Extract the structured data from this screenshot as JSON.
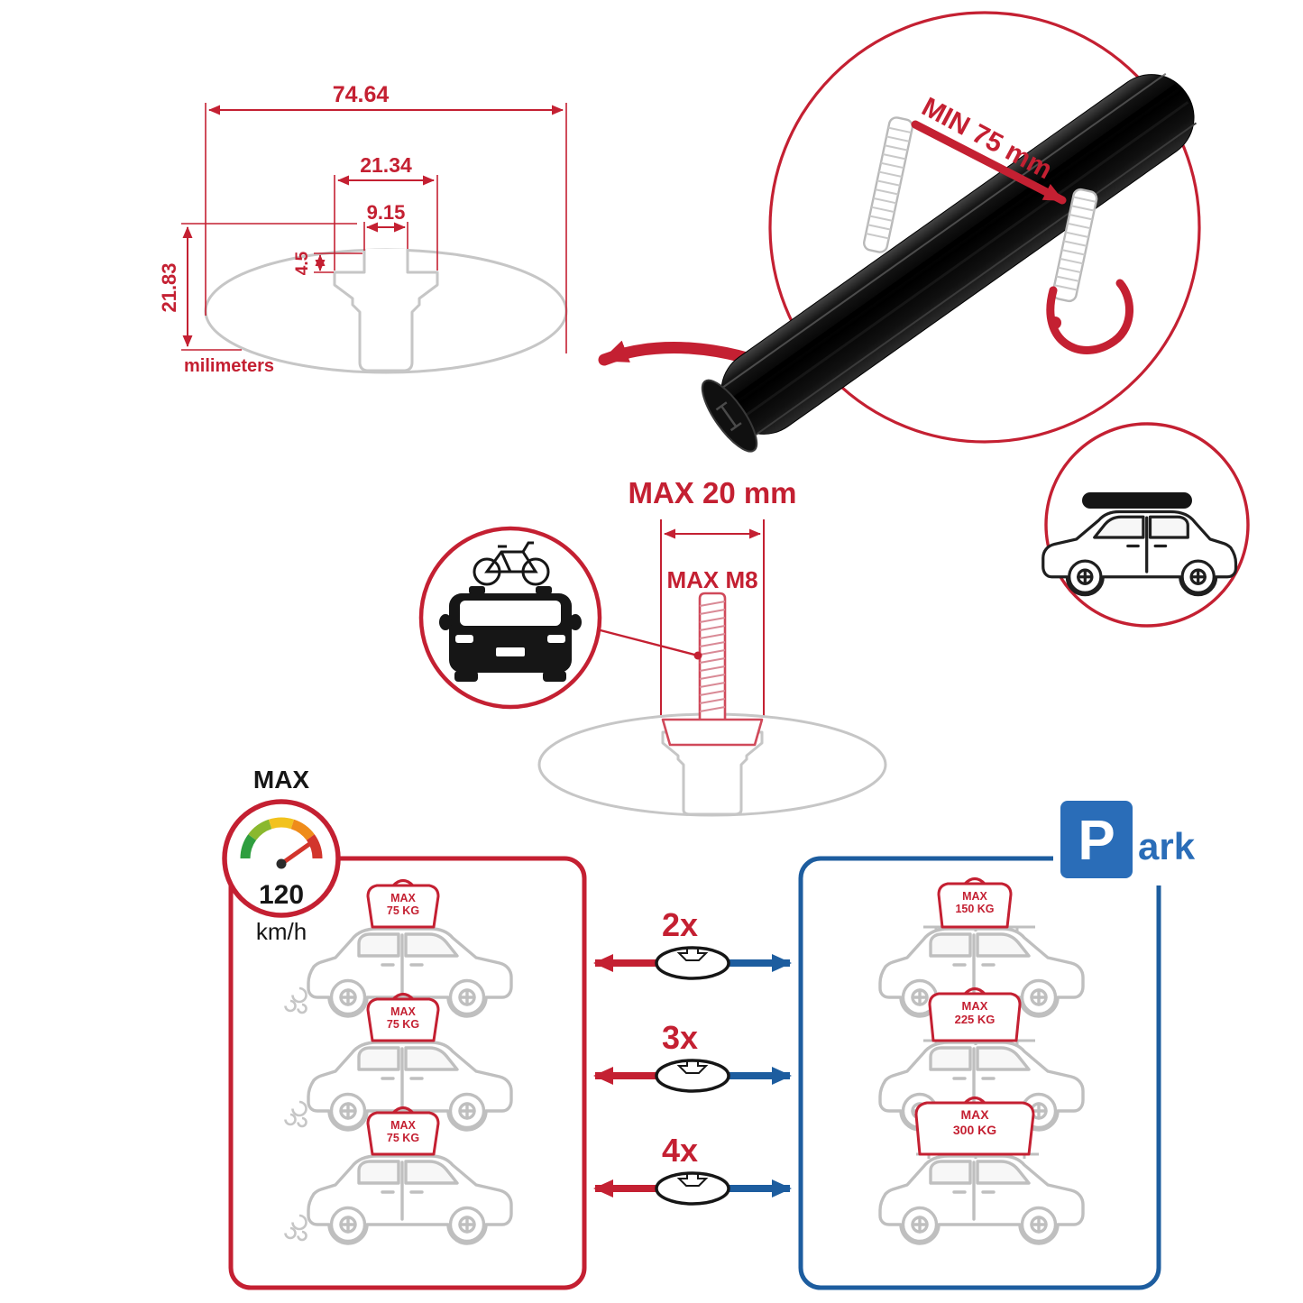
{
  "colors": {
    "red": "#c42032",
    "blue": "#1d5d9f",
    "sign_blue": "#2a6db8",
    "gray_outline": "#c6c6c6",
    "black": "#161616"
  },
  "profile_dimensions": {
    "width_total": "74.64",
    "slot_outer_width": "21.34",
    "slot_opening": "9.15",
    "slot_depth": "4.5",
    "height_total": "21.83",
    "units_label": "milimeters"
  },
  "clamp_detail": {
    "min_clearance": "MIN 75 mm"
  },
  "bolt_detail": {
    "max_width": "MAX 20 mm",
    "max_thread": "MAX M8"
  },
  "speed_limit": {
    "label": "MAX",
    "value": "120",
    "unit": "km/h"
  },
  "parking_sign": {
    "letter": "P",
    "rest": "ark"
  },
  "load_capacity": {
    "rows": [
      {
        "multiplier": "2x",
        "driving": {
          "label": "MAX",
          "weight": "75 KG"
        },
        "parked": {
          "label": "MAX",
          "weight": "150 KG"
        }
      },
      {
        "multiplier": "3x",
        "driving": {
          "label": "MAX",
          "weight": "75 KG"
        },
        "parked": {
          "label": "MAX",
          "weight": "225 KG"
        }
      },
      {
        "multiplier": "4x",
        "driving": {
          "label": "MAX",
          "weight": "75 KG"
        },
        "parked": {
          "label": "MAX",
          "weight": "300 KG"
        }
      }
    ]
  }
}
